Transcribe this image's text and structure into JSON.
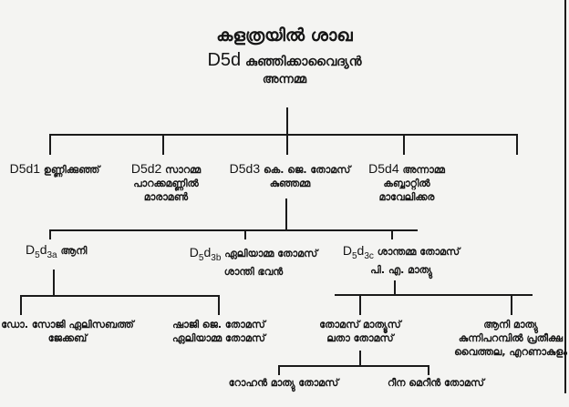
{
  "title": "കളത്രയിൽ ശാഖ",
  "root": {
    "code": "D5d",
    "name": "കുഞ്ഞിക്കാവൈദ്യൻ",
    "spouse": "അന്നമ്മ"
  },
  "children": [
    {
      "code": "D5d1",
      "lines": [
        "ഉണ്ണിക്കുഞ്ഞ്"
      ]
    },
    {
      "code": "D5d2",
      "lines": [
        "സാറമ്മ",
        "പാറക്കമണ്ണിൽ",
        "മാരാമൺ"
      ]
    },
    {
      "code": "D5d3",
      "lines": [
        "കെ. ജെ. തോമസ്",
        "കുഞ്ഞമ്മ"
      ]
    },
    {
      "code": "D5d4",
      "lines": [
        "അന്നാമ്മ",
        "കബ്ബാറ്റിൽ",
        "മാവേലിക്കര"
      ]
    }
  ],
  "grandchildren": [
    {
      "code_base": "D",
      "code_sub1": "5",
      "code_mid": "d",
      "code_sub2": "3a",
      "lines": [
        "ആനി"
      ]
    },
    {
      "code_base": "D",
      "code_sub1": "5",
      "code_mid": "d",
      "code_sub2": "3b",
      "lines": [
        "ഏലിയാമ്മ തോമസ്",
        "ശാന്തി ഭവൻ"
      ]
    },
    {
      "code_base": "D",
      "code_sub1": "5",
      "code_mid": "d",
      "code_sub2": "3c",
      "lines": [
        "ശാന്തമ്മ തോമസ്",
        "പി. എ. മാത്യു"
      ]
    }
  ],
  "d3a_children": [
    {
      "lines": [
        "ഡോ. സോജി ഏലിസബത്ത്",
        "ജേക്കബ്"
      ]
    },
    {
      "lines": [
        "ഷാജി ജെ. തോമസ്",
        "ഏലിയാമ്മ തോമസ്"
      ]
    }
  ],
  "d3c_children": [
    {
      "lines": [
        "തോമസ് മാത്യൂസ്",
        "ലതാ തോമസ്"
      ]
    },
    {
      "lines": [
        "ആനി മാത്യു",
        "കുന്നിപറമ്പിൽ പ്രതീക്ഷ",
        "വൈത്തല, എറണാകുളം"
      ]
    }
  ],
  "thomas_children": [
    {
      "lines": [
        "റോഹൻ മാത്യു തോമസ്"
      ]
    },
    {
      "lines": [
        "റീന മെറീൻ തോമസ്"
      ]
    }
  ]
}
